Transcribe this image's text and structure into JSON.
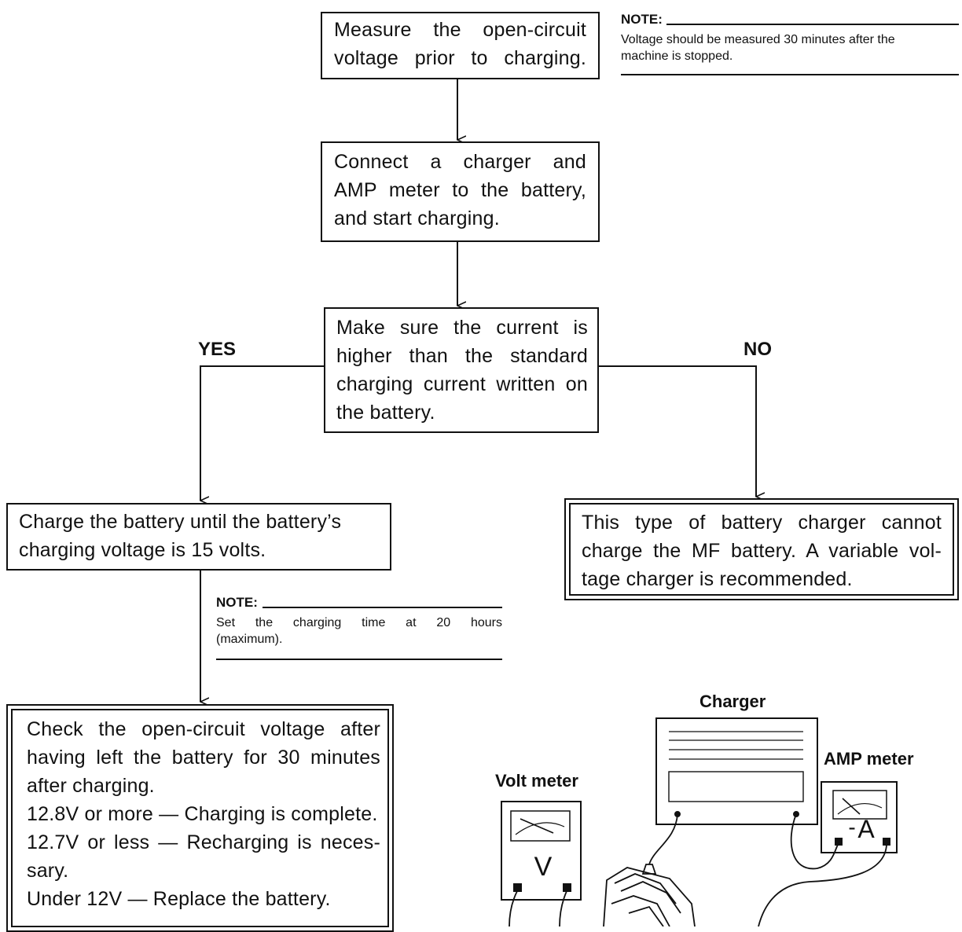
{
  "flowchart": {
    "step1": {
      "line1": "Measure the open-circuit",
      "line2": "voltage prior to charging."
    },
    "note1": {
      "title": "NOTE:",
      "line1": "Voltage should be measured 30 minutes after the",
      "line2": "machine is stopped."
    },
    "step2": {
      "line1": "Connect a charger and",
      "line2": "AMP meter to the battery,",
      "line3": "and start charging."
    },
    "decision": {
      "line1": "Make sure the current is",
      "line2": "higher than the standard",
      "line3": "charging current written on",
      "line4": "the battery."
    },
    "yes_label": "YES",
    "no_label": "NO",
    "yes_step": {
      "line1": "Charge the battery until the battery’s",
      "line2": "charging voltage is 15 volts."
    },
    "no_step": {
      "line1": "This type of battery charger cannot",
      "line2": "charge the MF battery. A variable vol-",
      "line3": "tage charger is recommended."
    },
    "note2": {
      "title": "NOTE:",
      "line1": "Set the charging time at 20 hours",
      "line2": "(maximum)."
    },
    "final_step": {
      "line1": "Check the open-circuit voltage after",
      "line2": "having left the battery for 30 minutes",
      "line3": "after charging.",
      "line4": "12.8V or more — Charging is complete.",
      "line5": "12.7V or less — Recharging is neces-",
      "line6": "sary.",
      "line7": "Under 12V — Replace the battery."
    }
  },
  "illustration": {
    "charger_label": "Charger",
    "amp_meter_label": "AMP meter",
    "volt_meter_label": "Volt meter",
    "volt_symbol": "V",
    "amp_symbol": "A",
    "amp_sign": "-"
  }
}
